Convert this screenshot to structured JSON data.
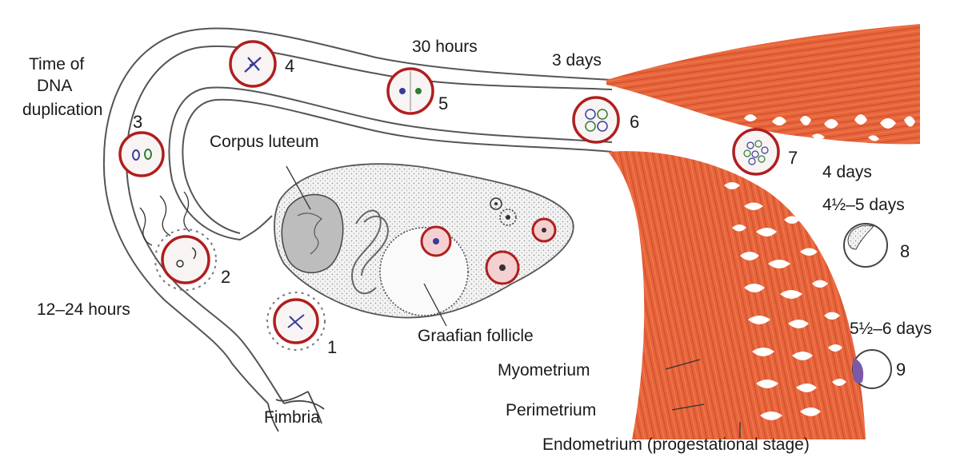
{
  "labels": {
    "time_of": "Time of",
    "dna": "DNA",
    "duplication": "duplication",
    "h30": "30 hours",
    "d3": "3 days",
    "corpus_luteum": "Corpus luteum",
    "d4": "4 days",
    "d4_5": "4½–5 days",
    "h12_24": "12–24 hours",
    "graafian": "Graafian follicle",
    "d5_6": "5½–6 days",
    "myometrium": "Myometrium",
    "perimetrium": "Perimetrium",
    "fimbria": "Fimbria",
    "endometrium": "Endometrium (progestational stage)"
  },
  "stages": [
    "1",
    "2",
    "3",
    "4",
    "5",
    "6",
    "7",
    "8",
    "9"
  ],
  "colors": {
    "muscle": "#e8643a",
    "ring": "#b01e1e",
    "outline": "#555555",
    "ovary_fill": "#eeeeee"
  }
}
